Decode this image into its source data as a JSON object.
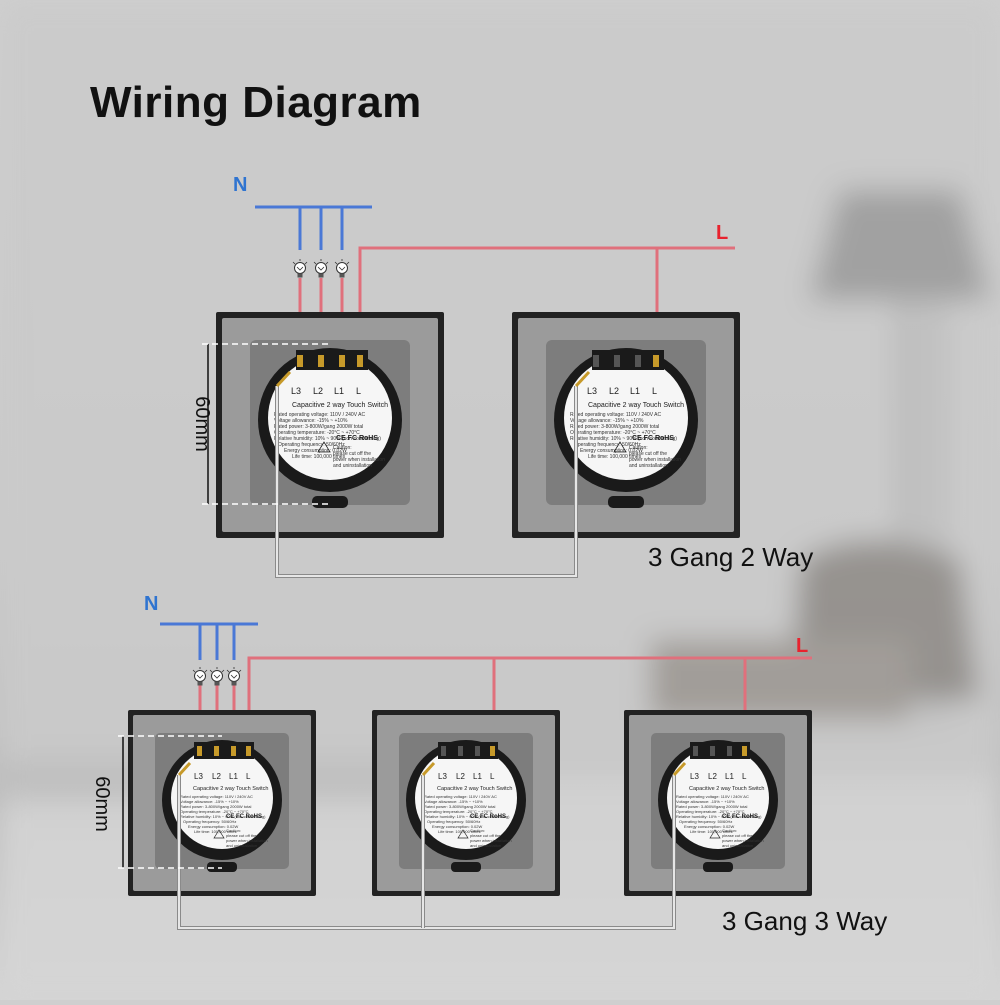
{
  "title": "Wiring Diagram",
  "top": {
    "neutral_label": "N",
    "live_label": "L",
    "dimension_label": "60mm",
    "caption": "3 Gang 2 Way"
  },
  "bottom": {
    "neutral_label": "N",
    "live_label": "L",
    "dimension_label": "60mm",
    "caption": "3 Gang 3 Way"
  },
  "switch_module": {
    "terminals": [
      "L3",
      "L2",
      "L1",
      "L"
    ],
    "product_name": "Capacitive 2 way Touch Switch",
    "spec_lines": [
      "Rated operating voltage: 110V / 240V AC",
      "Voltage allowance: -15% ~ +10%",
      "Rated power: 3-800W/gang 2000W total",
      "Operating temperature: -20°C ~ +70°C",
      "Relative humidity: 10% ~ 90% (non-condensing)",
      "Operating frequency: 50/60Hz",
      "Energy consumption: 0.02W",
      "Life time: 100,000 times"
    ],
    "caution_lines": [
      "Caution:",
      "please cut off the",
      "power when installation",
      "and uninstallation"
    ],
    "certifications": "CE FC RoHS"
  },
  "colors": {
    "neutral_wire": "#4a78d6",
    "live_wire": "#e0707c",
    "traveler_wire": "#e2e2e2",
    "label_neutral": "#2f74d0",
    "label_live": "#e8222e"
  }
}
